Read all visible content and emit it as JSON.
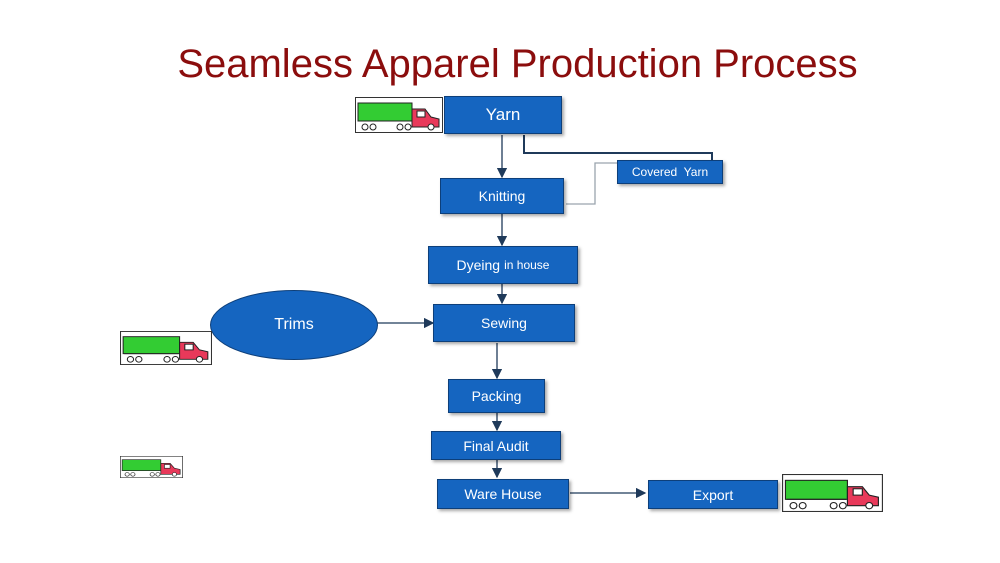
{
  "title": "Seamless Apparel Production Process",
  "nodes": {
    "yarn": "Yarn",
    "covered_yarn": "Covered  Yarn",
    "knitting": "Knitting",
    "dyeing": "Dyeing",
    "dyeing_note": "in house",
    "trims": "Trims",
    "sewing": "Sewing",
    "packing": "Packing",
    "final_audit": "Final Audit",
    "warehouse": "Ware House",
    "export": "Export"
  },
  "colors": {
    "box": "#1565c0",
    "title": "#8b0d0d",
    "arrow": "#1f3a5a",
    "truck_body": "#33cc33",
    "truck_cab": "#e8395a"
  }
}
